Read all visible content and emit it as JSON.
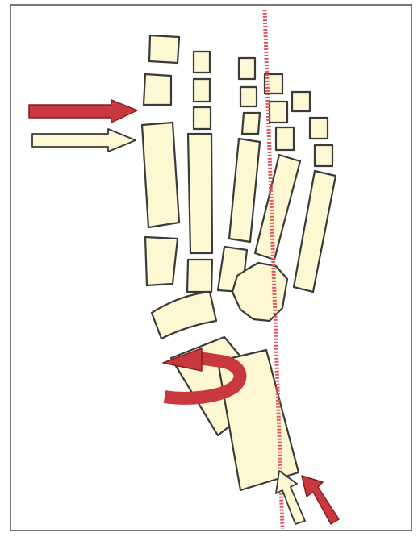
{
  "figure": {
    "description_visible_text": ""
  },
  "colors": {
    "bone_fill": "#fdf7d2",
    "bone_outline": "#3a3a3a",
    "red_arrow": "#c8383e",
    "axis_line": "#e05560"
  },
  "icons": {
    "upper_left_red": "arrow-right-red",
    "upper_left_cream": "arrow-right-cream",
    "lower_right_red": "arrow-up-left-red",
    "lower_right_cream": "arrow-up-left-cream",
    "rotation": "curved-rotation-arrow-red",
    "axis": "dashed-axis-line"
  }
}
